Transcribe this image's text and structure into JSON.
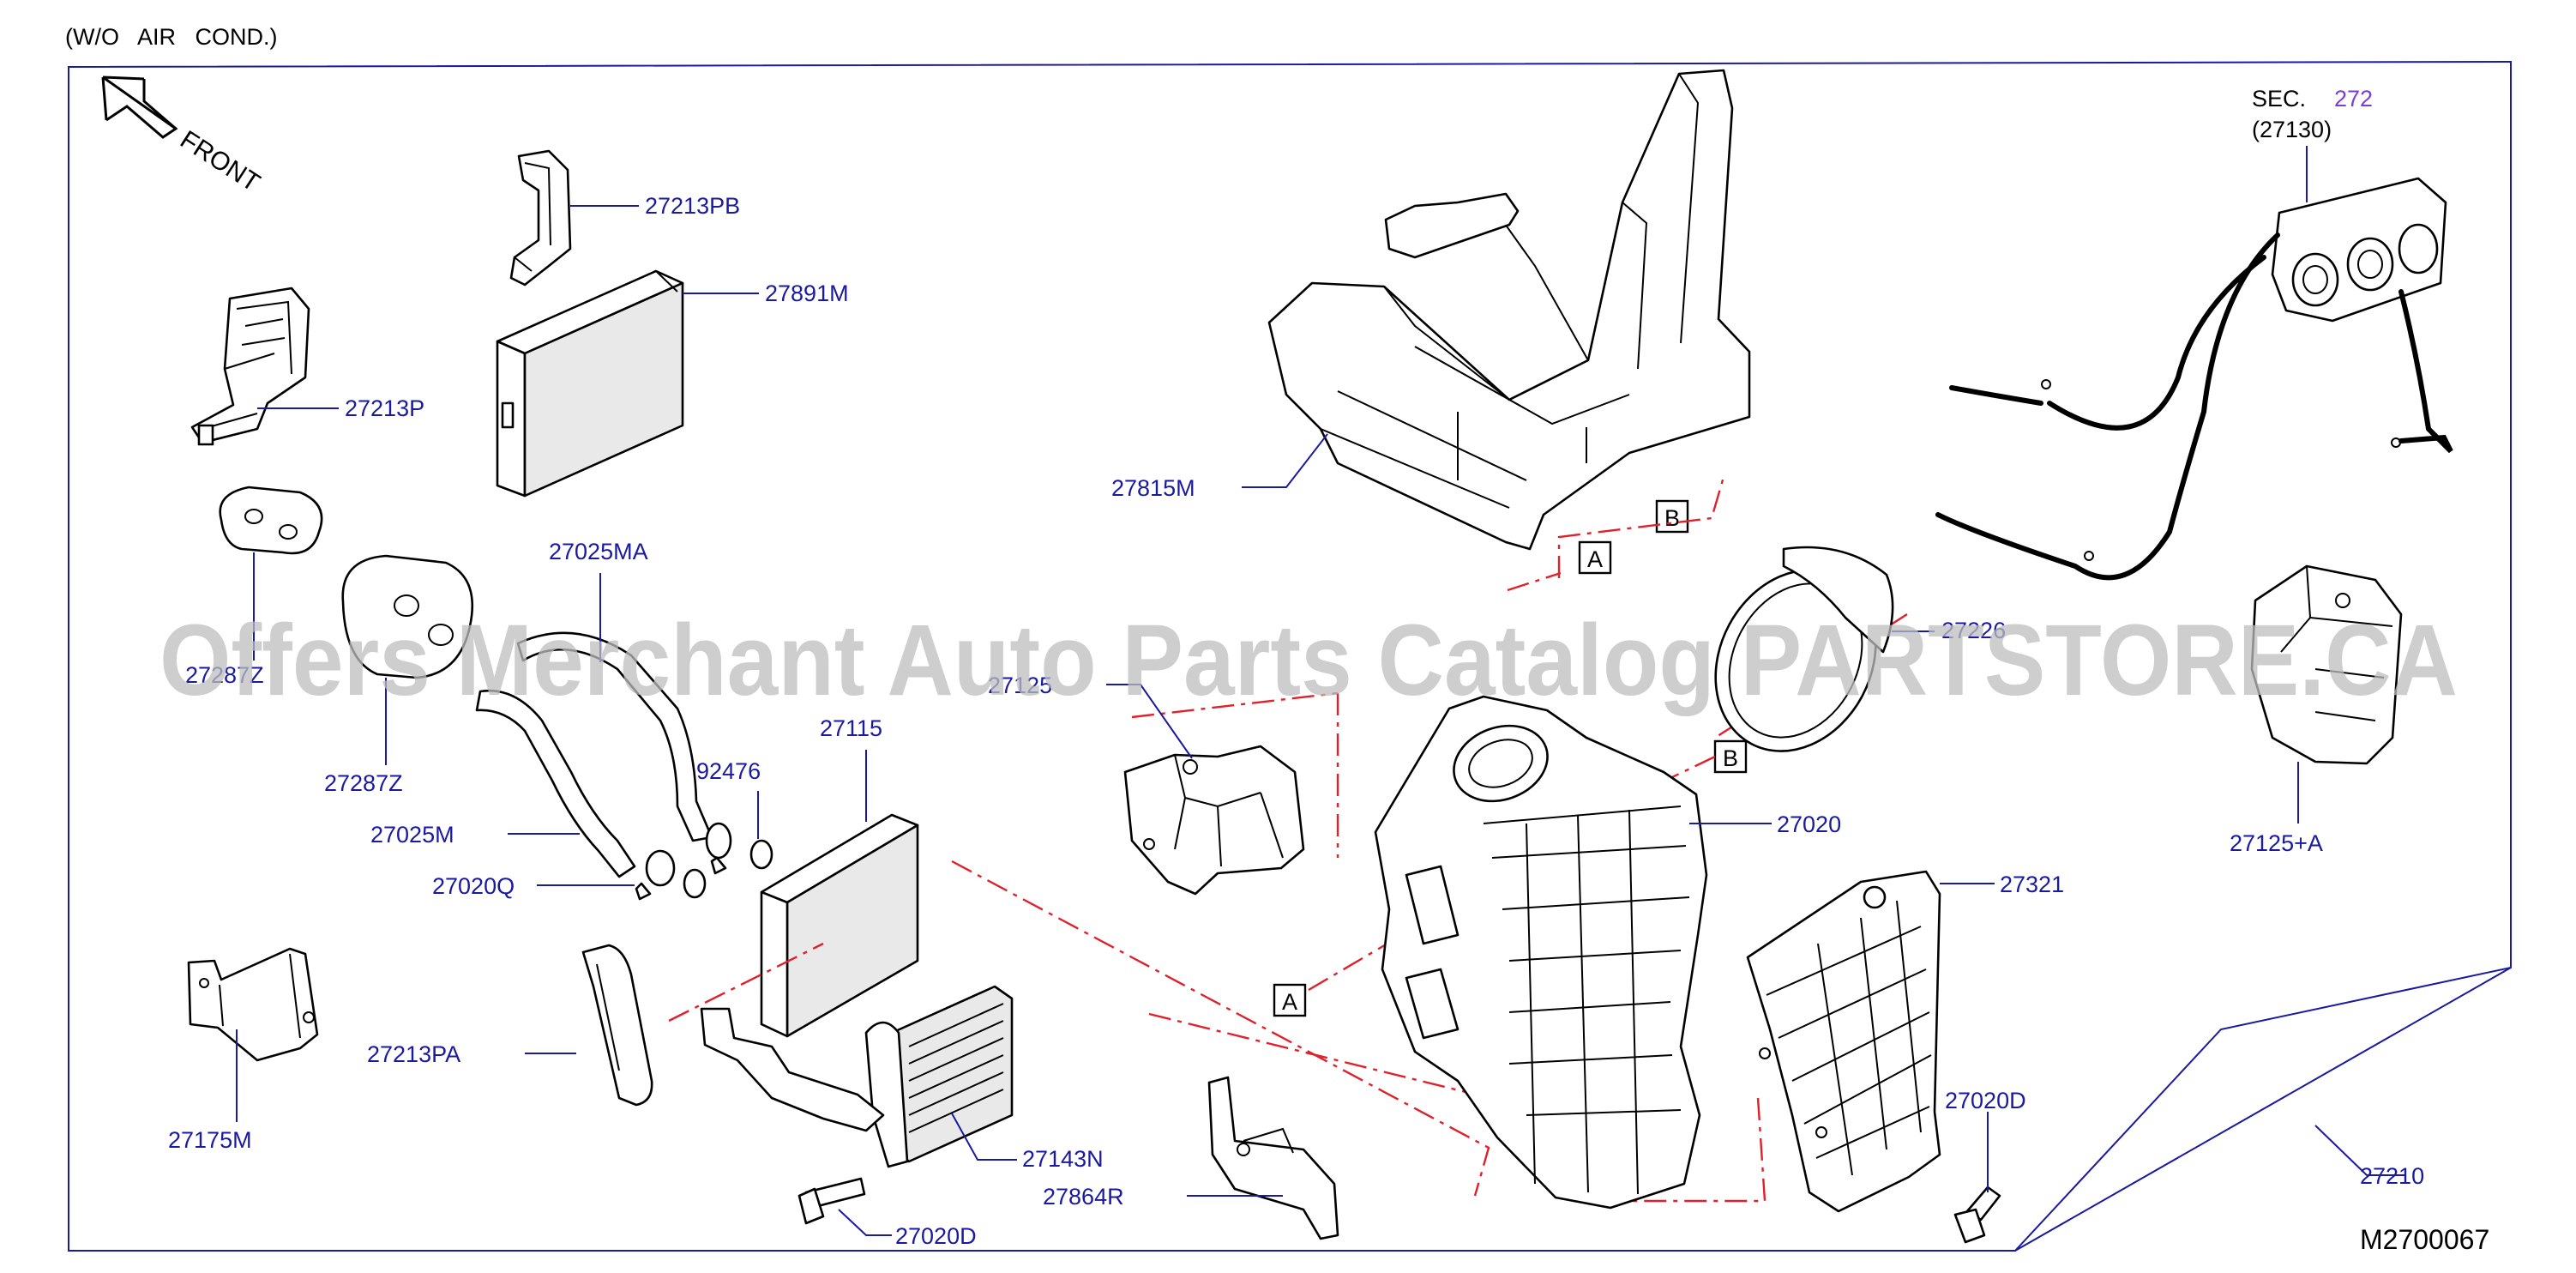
{
  "header_note": "(W/O   AIR   COND.)",
  "front_label": "FRONT",
  "sec_ref": {
    "prefix": "SEC.",
    "number": "272",
    "sub": "(27130)"
  },
  "diagram_id": "M2700067",
  "watermark": "Offers Merchant Auto Parts Catalog PARTSTORE.CA",
  "callouts": {
    "A1": "A",
    "A2": "A",
    "B1": "B",
    "B2": "B"
  },
  "parts": {
    "p27213PB": "27213PB",
    "p27891M": "27891M",
    "p27213P": "27213P",
    "p27287Z_top": "27287Z",
    "p27287Z": "27287Z",
    "p27025MA": "27025MA",
    "p27025M": "27025M",
    "p27115": "27115",
    "p92476": "92476",
    "p27020Q": "27020Q",
    "p27213PA": "27213PA",
    "p27175M": "27175M",
    "p27143N": "27143N",
    "p27864R": "27864R",
    "p27020D_left": "27020D",
    "p27815M": "27815M",
    "p27125": "27125",
    "p27226": "27226",
    "p27020": "27020",
    "p27321": "27321",
    "p27020D_right": "27020D",
    "p27125A": "27125+A",
    "p27210": "27210"
  },
  "colors": {
    "label": "#1a1aa0",
    "phantom_line": "#e0202a",
    "watermark": "#bdbdbd",
    "sec_number": "#7a3fd0"
  }
}
